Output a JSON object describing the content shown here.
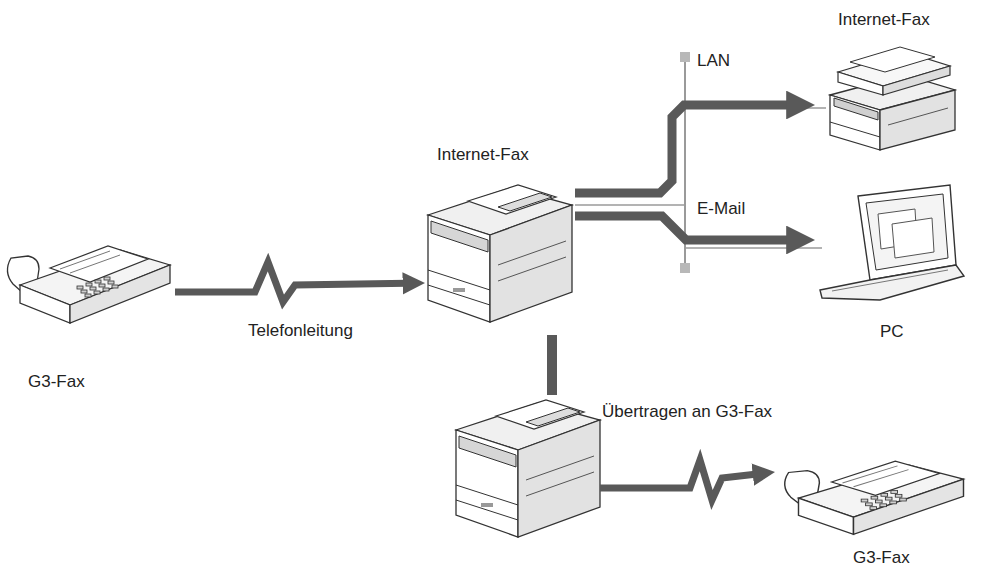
{
  "diagram": {
    "nodes": [
      {
        "text": [
          "G3-Fax"
        ]
      },
      {
        "text": [
          "Internet-Fax"
        ]
      },
      {
        "text": [
          "Internet-Fax"
        ]
      },
      {
        "text": [
          "PC"
        ]
      },
      {
        "text": [
          "Übertragen an G3-Fax"
        ]
      },
      {
        "text": [
          "G3-Fax"
        ]
      }
    ],
    "edges": [
      {
        "from": 0,
        "to": 1,
        "arrow": "to",
        "label": "Telefonleitung"
      },
      {
        "from": 1,
        "to": 2,
        "arrow": "to"
      },
      {
        "from": 1,
        "to": 3,
        "arrow": "to"
      },
      {
        "from": 1,
        "to": 4,
        "arrow": "none"
      },
      {
        "from": 4,
        "to": 5,
        "arrow": "to"
      }
    ],
    "labels": [
      "LAN",
      "E-Mail"
    ]
  }
}
